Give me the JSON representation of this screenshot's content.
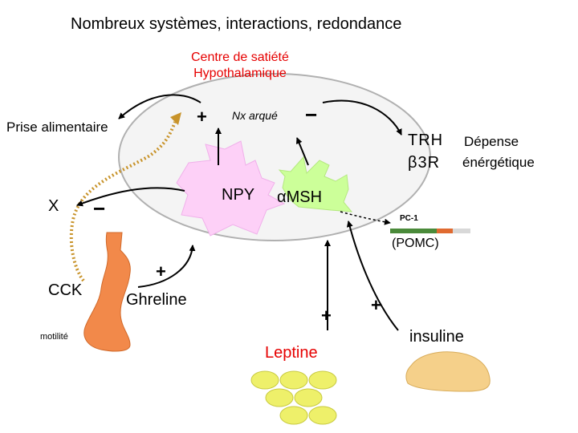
{
  "title": "Nombreux systèmes, interactions, redondance",
  "satiety_center": {
    "line1": "Centre de satiété",
    "line2": "Hypothalamique"
  },
  "food_intake": "Prise alimentaire",
  "nucleus": "Nx arqué",
  "npy": "NPY",
  "amsh": "αMSH",
  "trh": "TRH",
  "b3r": "β3R",
  "energy_line1": "Dépense",
  "energy_line2": "énérgétique",
  "x_label": "X",
  "pc1": "PC-1",
  "pomc": "(POMC)",
  "cck": "CCK",
  "ghreline": "Ghreline",
  "motilite": "motilité",
  "leptine": "Leptine",
  "insuline": "insuline",
  "signs": {
    "plus_top": "+",
    "minus_top": "−",
    "minus_x": "−",
    "plus_ghreline": "+",
    "plus_leptine": "+",
    "plus_insuline": "+"
  },
  "colors": {
    "npy_cell": "#fdd0f7",
    "amsh_cell": "#ccff99",
    "stomach": "#f2894a",
    "leptin_cells": "#eef06a",
    "insulin_shape": "#f5d08a",
    "dotted_path": "#c8932a",
    "pc1_bar_green": "#4a8a3a",
    "pc1_bar_orange": "#e06a30",
    "satiety_text": "#e60000"
  }
}
